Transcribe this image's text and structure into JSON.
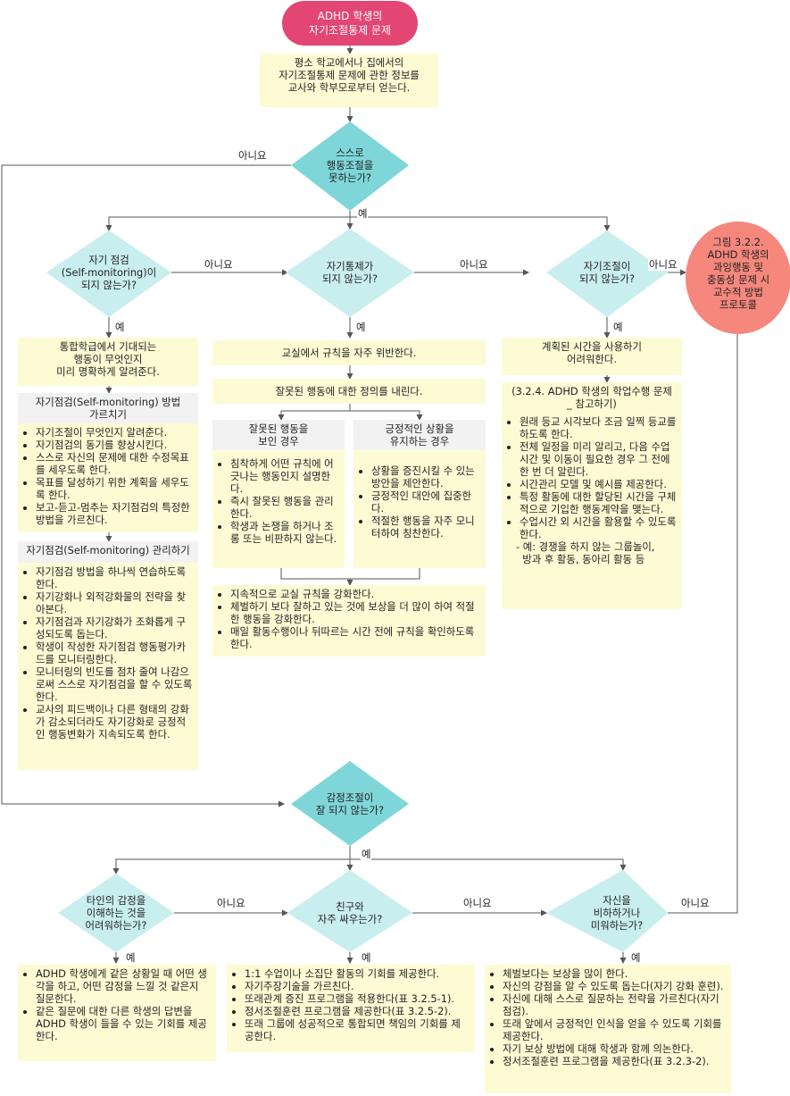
{
  "start": "ADHD 학생의\n자기조절통제 문제",
  "info_box": "평소 학교에서나 집에서의\n자기조절통제 문제에 관한 정보를\n교사와 학부모로부터 얻는다.",
  "d_main": "스스로\n행동조절을\n못하는가?",
  "d_monitor": "자기 점검\n(Self-monitoring)이\n되지 않는가?",
  "d_selfcontrol": "자기통제가\n되지 않는가?",
  "d_selfreg": "자기조절이\n되지 않는가?",
  "d_emotion": "감정조절이\n잘 되지 않는가?",
  "d_others": "타인의 감정을\n이해하는 것을\n어려워하는가?",
  "d_fight": "친구와\n자주 싸우는가?",
  "d_selfblame": "자신을\n비하하거나\n미워하는가?",
  "end_circle": "그림 3.2.2.\nADHD 학생의\n과잉행동 및\n충동성 문제 시\n교수적 방법\n프로토콜",
  "labels": {
    "yes": "예",
    "no": "아니요"
  },
  "col1": {
    "box1": "통합학급에서 기대되는\n행동이 무엇인지\n미리 명확하게 알려준다.",
    "teach_title": "자기점검(Self-monitoring) 방법\n가르치기",
    "teach_items": [
      "자기조절이 무엇인지 알려준다.",
      "자기점검의 동기를 향상시킨다.",
      "스스로 자신의 문제에 대한 수정목표를 세우도록 한다.",
      "목표를 달성하기 위한 계획을 세우도록 한다.",
      "보고-듣고-멈추는 자기점검의 특정한 방법을 가르친다."
    ],
    "manage_title": "자기점검(Self-monitoring) 관리하기",
    "manage_items": [
      "자기점검 방법을 하나씩 연습하도록 한다.",
      "자기강화나 외적강화물의 전략을 찾아본다.",
      "자기점검과 자기강화가 조화롭게 구성되도록 돕는다.",
      "학생이 작성한 자기점검 행동평가카드를 모니터링한다.",
      "모니터링의 빈도를 점차 줄여 나감으로써 스스로 자기점검을 할 수 있도록 한다.",
      "교사의 피드백이나 다른 형태의 강화가 감소되더라도 자기강화로 긍정적인 행동변화가 지속되도록 한다."
    ]
  },
  "col2": {
    "box1": "교실에서 규칙을 자주 위반한다.",
    "box2": "잘못된 행동에 대한 정의를 내린다.",
    "wrong_title": "잘못된 행동을\n보인 경우",
    "wrong_items": [
      "침착하게 어떤 규칙에 어긋나는 행동인지 설명한다.",
      "즉시 잘못된 행동을 관리한다.",
      "학생과 논쟁을 하거나 조롱 또는 비판하지 않는다."
    ],
    "positive_title": "긍정적인 상황을\n유지하는 경우",
    "positive_items": [
      "상황을 증진시킬 수 있는 방안을 제안한다.",
      "긍정적인 대안에 집중한다.",
      "적절한 행동을 자주 모니터하여 칭찬한다."
    ],
    "bottom_items": [
      "지속적으로 교실 규칙을 강화한다.",
      "체벌하기 보다 잘하고 있는 것에 보상을 더 많이 하여 적절한 행동을 강화한다.",
      "매일 활동수행이나 뒤따르는 시간 전에 규칙을 확인하도록 한다."
    ]
  },
  "col3": {
    "box1": "계획된 시간을 사용하기\n어려워한다.",
    "ref": "(3.2.4. ADHD 학생의 학업수행 문제\n_ 참고하기)",
    "items": [
      "원래 등교 시각보다 조금 일찍 등교를 하도록 한다.",
      "전체 일정을 미리 알리고, 다음 수업시간 및 이동이 필요한 경우 그 전에 한 번 더 알린다.",
      "시간관리 모델 및 예시를 제공한다.",
      "특정 활동에 대한 할당된 시간을 구체적으로 기입한 행동계약을 맺는다.",
      "수업시간 외 시간을 활용할 수 있도록 한다."
    ],
    "sub": "- 예: 경쟁을 하지 않는 그룹놀이,\n  방과 후 활동, 동아리 활동 등"
  },
  "bottom": {
    "left_items": [
      "ADHD 학생에게 같은 상황일 때 어떤 생각을 하고, 어떤 감정을 느낄 것 같은지 질문한다.",
      "같은 질문에 대한 다른 학생의 답변을 ADHD 학생이 들을 수 있는 기회를 제공한다."
    ],
    "mid_items": [
      "1:1 수업이나 소집단 활동의 기회를 제공한다.",
      "자기주장기술을 가르친다.",
      "또래관계 증진 프로그램을 적용한다(표 3.2.5-1).",
      "정서조절훈련 프로그램을 제공한다(표 3.2.5-2).",
      "또래 그룹에 성공적으로 통합되면 책임의 기회를 제공한다."
    ],
    "right_items": [
      "체벌보다는 보상을 많이 한다.",
      "자신의 강점을 알 수 있도록 돕는다(자기 강화 훈련).",
      "자신에 대해 스스로 질문하는 전략을 가르친다(자기점검).",
      "또래 앞에서 긍정적인 인식을 얻을 수 있도록 기회를 제공한다.",
      "자기 보상 방법에 대해 학생과 함께 의논한다.",
      "정서조절훈련 프로그램을 제공한다(표 3.2.3-2)."
    ]
  },
  "colors": {
    "start": "#e34672",
    "end": "#f5877d",
    "diamond": "#c9eef0",
    "diamond_main": "#7fd6d8",
    "box": "#fdfbd4",
    "line": "#555555"
  }
}
